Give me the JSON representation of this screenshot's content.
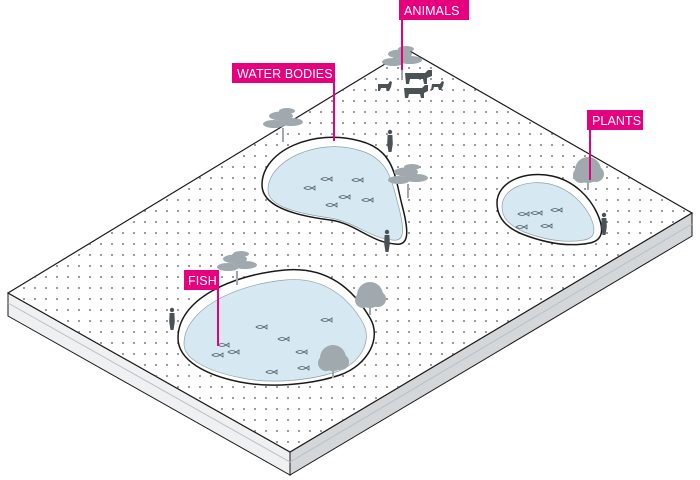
{
  "labels": {
    "animals": "ANIMALS",
    "water_bodies": "WATER BODIES",
    "plants": "PLANTS",
    "fish": "FISH"
  },
  "colors": {
    "label_bg": "#e6007e",
    "water": "#d6e9f3",
    "tree": "#9fa9ae",
    "figure": "#4a5256",
    "ground": "#ffffff",
    "edge": "#1a1a1a",
    "side_light": "#eef0f1",
    "side_dark": "#d3d7da"
  },
  "icons": [
    "tree-icon",
    "person-icon",
    "cow-icon",
    "dog-icon",
    "fish-icon"
  ]
}
